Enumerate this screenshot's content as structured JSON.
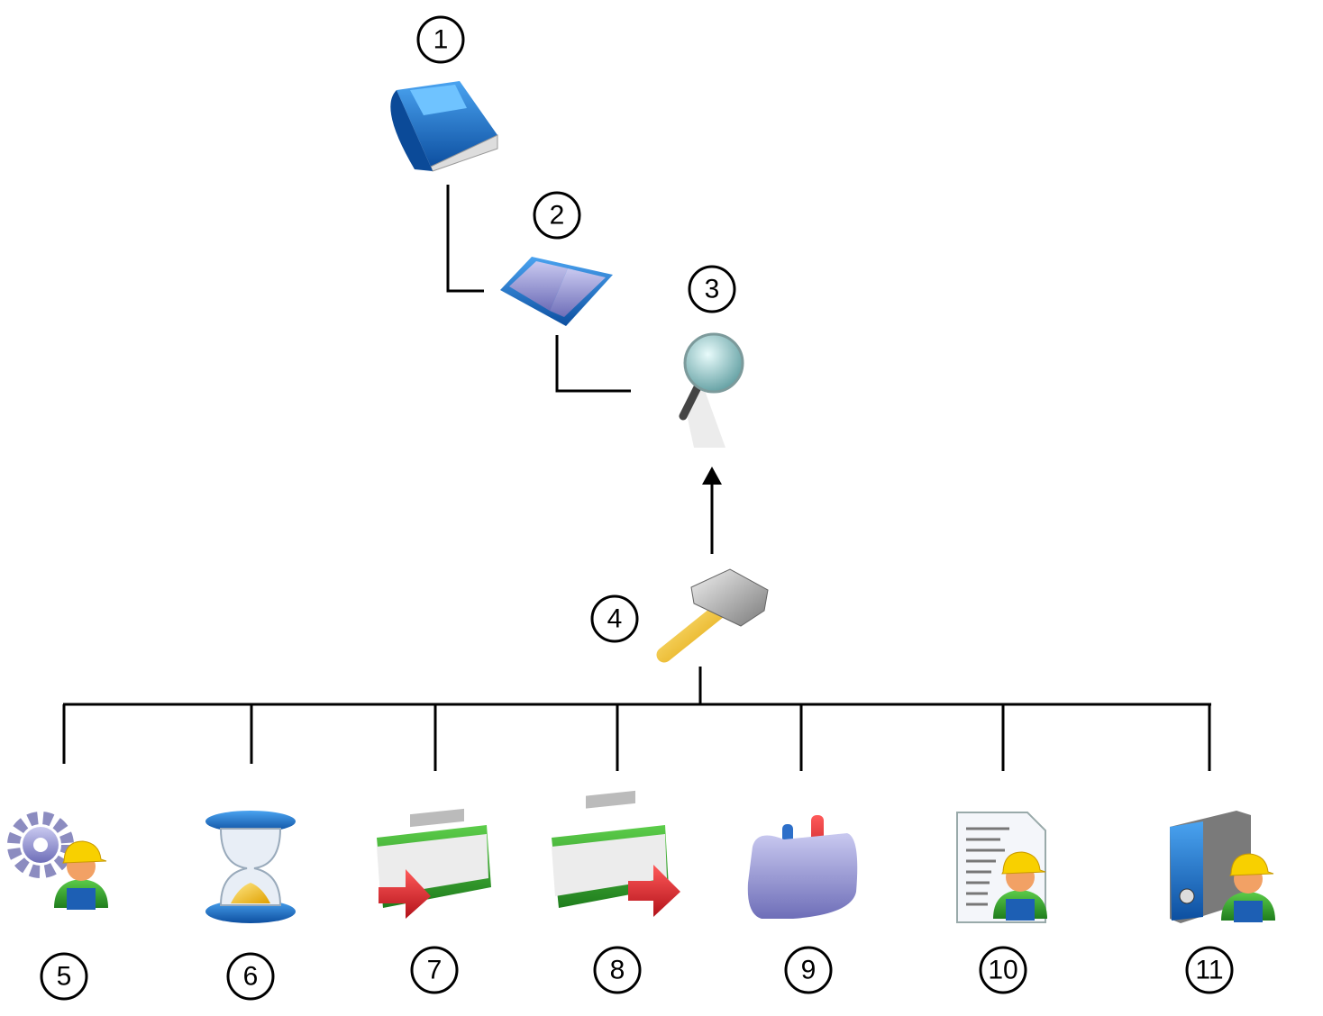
{
  "labels": [
    "1",
    "2",
    "3",
    "4",
    "5",
    "6",
    "7",
    "8",
    "9",
    "10",
    "11"
  ],
  "icons": {
    "1": "closed-book-icon",
    "2": "open-book-icon",
    "3": "magnifier-icon",
    "4": "hammer-icon",
    "5": "gear-worker-icon",
    "6": "hourglass-icon",
    "7": "import-package-icon",
    "8": "export-package-icon",
    "9": "toolbox-icon",
    "10": "document-worker-icon",
    "11": "binder-worker-icon"
  },
  "colors": {
    "line": "#000000",
    "blue": "#1a6fc4",
    "green": "#3aa637",
    "red": "#d9262c",
    "yellow": "#f5c400"
  }
}
